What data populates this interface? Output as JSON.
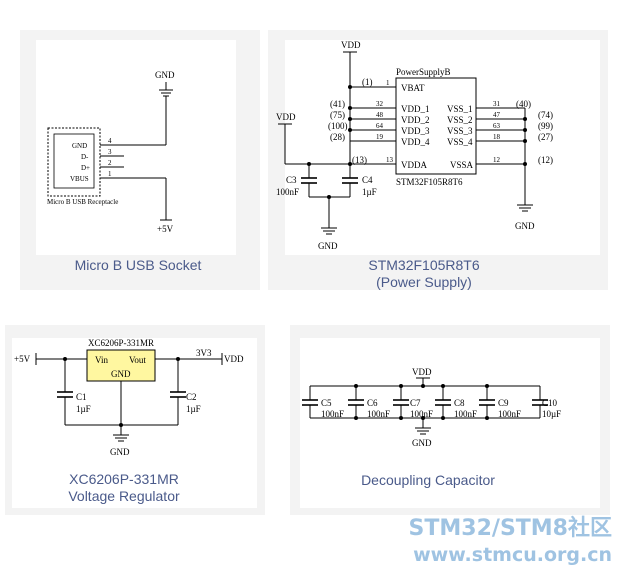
{
  "captions": {
    "usb": "Micro B USB Socket",
    "mcu_line1": "STM32F105R8T6",
    "mcu_line2": "(Power Supply)",
    "reg_line1": "XC6206P-331MR",
    "reg_line2": "Voltage Regulator",
    "decoupling": "Decoupling Capacitor"
  },
  "usb": {
    "gnd_label": "GND",
    "vcc_label": "+5V",
    "pins": [
      {
        "name": "GND",
        "num": "4"
      },
      {
        "name": "D-",
        "num": "3"
      },
      {
        "name": "D+",
        "num": "2"
      },
      {
        "name": "VBUS",
        "num": "1"
      }
    ],
    "part_label": "Micro B USB Receptacle"
  },
  "mcu": {
    "vdd_top": "VDD",
    "vdd_left": "VDD",
    "part_name": "PowerSupplyB",
    "part_number": "STM32F105R8T6",
    "vbat": {
      "name": "VBAT",
      "ref": "(1)",
      "num": "1"
    },
    "left_pins": [
      {
        "name": "VDD_1",
        "ref": "(41)",
        "num": "32"
      },
      {
        "name": "VDD_2",
        "ref": "(75)",
        "num": "48"
      },
      {
        "name": "VDD_3",
        "ref": "(100)",
        "num": "64"
      },
      {
        "name": "VDD_4",
        "ref": "(28)",
        "num": "19"
      }
    ],
    "right_pins": [
      {
        "name": "VSS_1",
        "ref": "(40)",
        "num": "31"
      },
      {
        "name": "VSS_2",
        "ref": "(74)",
        "num": "47"
      },
      {
        "name": "VSS_3",
        "ref": "(99)",
        "num": "63"
      },
      {
        "name": "VSS_4",
        "ref": "(27)",
        "num": "18"
      }
    ],
    "vdda": {
      "name": "VDDA",
      "ref": "(13)",
      "num": "13"
    },
    "vssa": {
      "name": "VSSA",
      "ref": "(12)",
      "num": "12"
    },
    "c3": {
      "ref": "C3",
      "value": "100nF"
    },
    "c4": {
      "ref": "C4",
      "value": "1µF"
    },
    "gnd_left": "GND",
    "gnd_right": "GND"
  },
  "regulator": {
    "part": "XC6206P-331MR",
    "vin": "Vin",
    "vout": "Vout",
    "gnd_pin": "GND",
    "in_net": "+5V",
    "out_net": "3V3",
    "out_port": "VDD",
    "c1": {
      "ref": "C1",
      "value": "1µF"
    },
    "c2": {
      "ref": "C2",
      "value": "1µF"
    },
    "gnd": "GND",
    "color": "#fff7a0"
  },
  "decoupling": {
    "vdd": "VDD",
    "gnd": "GND",
    "caps": [
      {
        "ref": "C5",
        "value": "100nF"
      },
      {
        "ref": "C6",
        "value": "100nF"
      },
      {
        "ref": "C7",
        "value": "100nF"
      },
      {
        "ref": "C8",
        "value": "100nF"
      },
      {
        "ref": "C9",
        "value": "100nF"
      },
      {
        "ref": "C10",
        "value": "10µF"
      }
    ]
  },
  "watermark": {
    "line1": "STM32/STM8社区",
    "line2": "www.stmcu.org.cn"
  }
}
